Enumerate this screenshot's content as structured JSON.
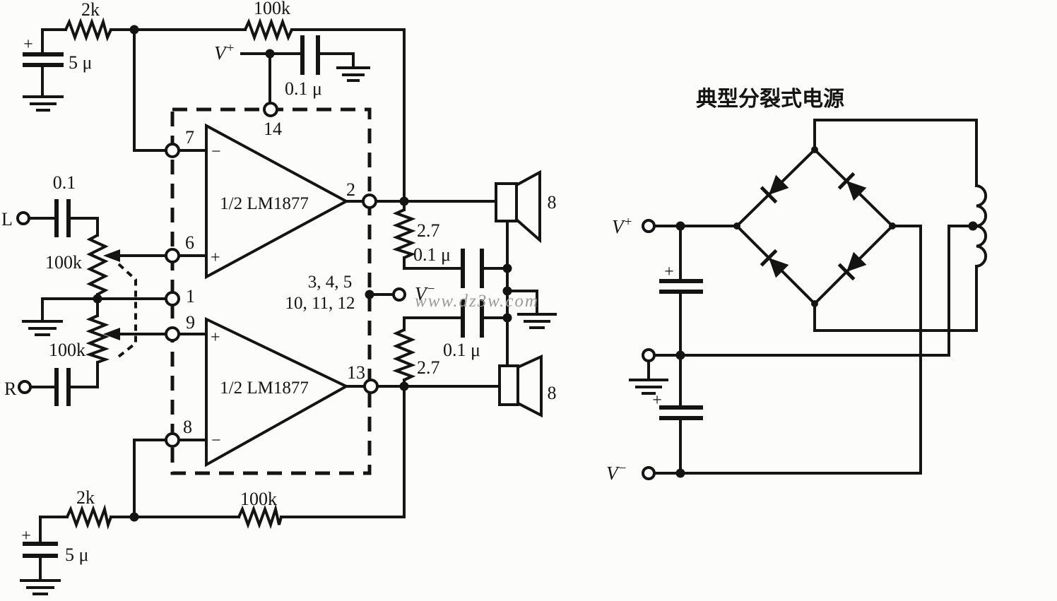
{
  "colors": {
    "ink": "#141414",
    "background": "#fcfcfa",
    "watermark_grey": "#9b9b9b"
  },
  "labels": {
    "title_right": "典型分裂式电源",
    "watermark": "www.dz3w.com",
    "ic_half": "1/2 LM1877",
    "pin_14": "14",
    "pin_7": "7",
    "pin_6": "6",
    "pin_1": "1",
    "pin_9": "9",
    "pin_8": "8",
    "pin_2": "2",
    "pin_13": "13",
    "pins_345": "3, 4, 5",
    "pins_101112": "10, 11, 12",
    "r_input": "2k",
    "r_feedback": "100k",
    "r_pot": "100k",
    "r_zobel": "2.7",
    "c_5u": "5 μ",
    "c_01u": "0.1 μ",
    "c_01": "0.1",
    "speaker_ohms": "8",
    "in_left": "L",
    "in_right": "R",
    "v_base": "V",
    "sup_plus": "+",
    "sup_minus": "−",
    "plus": "+",
    "minus": "−"
  }
}
